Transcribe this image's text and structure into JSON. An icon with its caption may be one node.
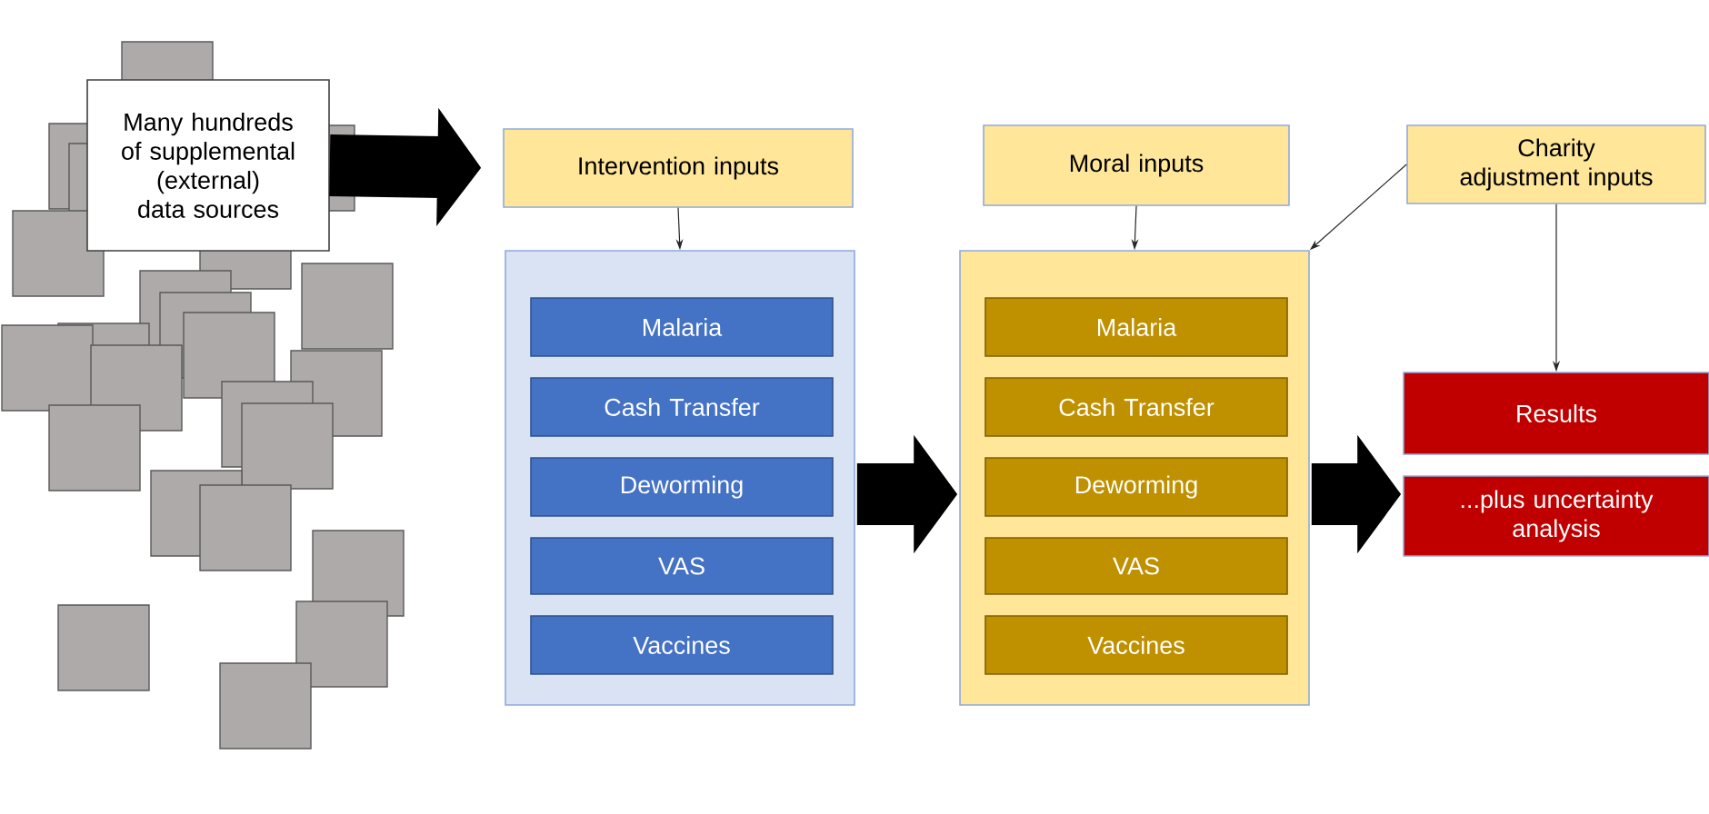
{
  "diagram": {
    "nodes": [
      {
        "text": [
          "Many hundreds of supplemental (external) data sources"
        ]
      },
      {
        "text": [
          "Intervention inputs"
        ]
      },
      {
        "text": [],
        "shape": "box"
      },
      {
        "text": [
          "Malaria"
        ],
        "in": 2
      },
      {
        "text": [
          "Cash Transfer"
        ],
        "in": 2
      },
      {
        "text": [
          "Deworming"
        ],
        "in": 2
      },
      {
        "text": [
          "VAS"
        ],
        "in": 2
      },
      {
        "text": [
          "Vaccines"
        ],
        "in": 2
      },
      {
        "text": [
          "Moral inputs"
        ]
      },
      {
        "text": [
          "Charity adjustment inputs"
        ]
      },
      {
        "text": [],
        "shape": "box"
      },
      {
        "text": [
          "Malaria"
        ],
        "in": 10
      },
      {
        "text": [
          "Cash Transfer"
        ],
        "in": 10
      },
      {
        "text": [
          "Deworming"
        ],
        "in": 10
      },
      {
        "text": [
          "VAS"
        ],
        "in": 10
      },
      {
        "text": [
          "Vaccines"
        ],
        "in": 10
      },
      {
        "text": [
          "Results"
        ]
      },
      {
        "text": [
          "...plus uncertainty analysis"
        ]
      }
    ],
    "edges": [
      {
        "from": 0,
        "to": 1,
        "arrow": "to",
        "style": "thick"
      },
      {
        "from": 1,
        "to": 2,
        "arrow": "to"
      },
      {
        "from": 2,
        "to": 10,
        "arrow": "to",
        "style": "thick"
      },
      {
        "from": 8,
        "to": 10,
        "arrow": "to"
      },
      {
        "from": 9,
        "to": 10,
        "arrow": "to"
      },
      {
        "from": 9,
        "to": 16,
        "arrow": "to"
      },
      {
        "from": 10,
        "to": 16,
        "arrow": "to",
        "style": "thick"
      }
    ]
  }
}
